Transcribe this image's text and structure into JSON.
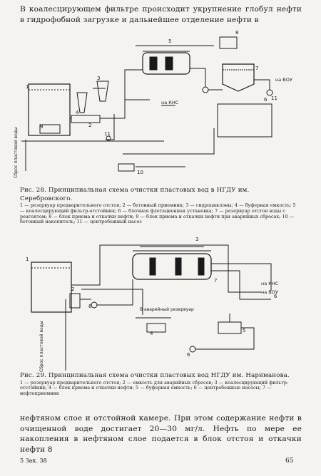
{
  "intro_text": "В коалесцирующем фильтре происходит укрупнение глобул нефти в гидрофобной загрузке и дальнейшее отделение нефти в",
  "figure1": {
    "caption_title": "Рис. 28. Принципиальная схема очистки пластовых вод в НГДУ им. Серебровского.",
    "caption_body": "1 — резервуар предварительного отстоя; 2 — бетонный приемник; 3 — гидроциклоны; 4 — буферная емкость; 5 — коалесцирующий фильтр-отстойник; 6 — блочная флотационная установка; 7 — резервуар отстоя воды с реагентом; 8 — блок приема и откачки нефти; 9 — блок приема и откачки нефти при аварийных сбросах; 10 — бетонный накопитель; 11 — центробежный насос",
    "labels": {
      "to_vou": "на ВОУ",
      "to_kns": "на КНС",
      "water_discharge": "Сброс пластовой воды"
    },
    "numbers": [
      "1",
      "2",
      "3",
      "4",
      "5",
      "6",
      "7",
      "8",
      "9",
      "10",
      "11"
    ]
  },
  "figure2": {
    "caption_title": "Рис. 29. Принципиальная схема очистки пластовых вод НГДУ им. Нариманова.",
    "caption_body": "1 — резервуар предварительного отстоя; 2 — емкость для аварийных сбросов; 3 — коалесцирующий фильтр-отстойник; 4 — блок приема и откачки нефти; 5 — буферная емкость; 6 — центробежные насосы; 7 — нефтеприемник",
    "labels": {
      "to_kns": "на КНС",
      "to_vou": "на ВОУ",
      "emergency": "В аварийный резервуар",
      "water_discharge": "Сброс пластовой воды"
    },
    "numbers": [
      "1",
      "2",
      "3",
      "4",
      "5",
      "6",
      "7"
    ]
  },
  "outro_text": "нефтяном слое и отстойной камере. При этом содержание нефти в очищенной воде достигает 20—30 мг/л. Нефть по мере ее накопления в нефтяном слое подается в блок отстоя и откачки нефти 8",
  "footer": {
    "left": "5 Зак. 38",
    "page_number": "65"
  },
  "colors": {
    "ink": "#1a1a1a",
    "paper": "#f4f3ef"
  }
}
